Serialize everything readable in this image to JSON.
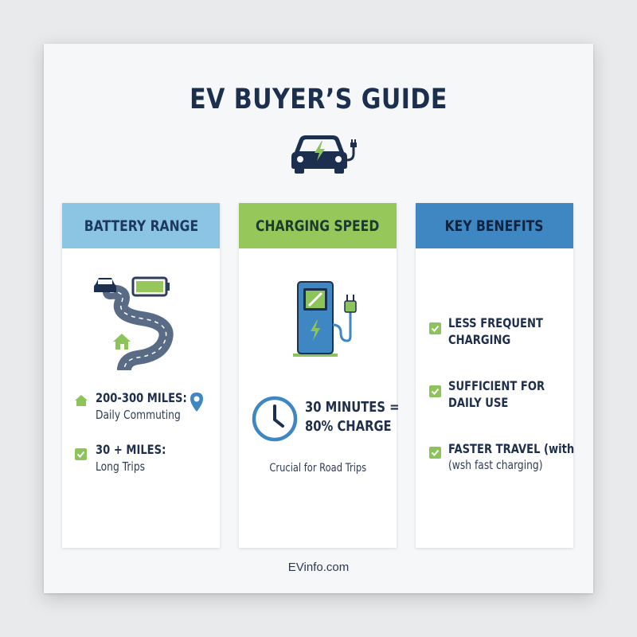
{
  "title": "EV BUYER’S GUIDE",
  "icons": [
    "car-charging-icon",
    "road-icon",
    "battery-icon",
    "home-icon",
    "location-pin-icon",
    "check-icon",
    "charging-station-icon",
    "plug-icon",
    "lightning-icon",
    "clock-icon"
  ],
  "colors": {
    "navy": "#1c2f4e",
    "light_blue": "#8cc4e4",
    "green": "#95c75a",
    "blue": "#3e87c2",
    "check_green": "#8cc35a"
  },
  "cards": [
    {
      "heading": "BATTERY RANGE",
      "items": [
        {
          "title": "200-300 MILES:",
          "subtitle": "Daily Commuting"
        },
        {
          "title": "30 + MILES:",
          "subtitle": "Long Trips"
        }
      ]
    },
    {
      "heading": "CHARGING SPEED",
      "highlight_line1": "30 MINUTES =",
      "highlight_line2": "80% CHARGE",
      "note": "Crucial for Road Trips"
    },
    {
      "heading": "KEY BENEFITS",
      "benefits": [
        {
          "line1": "LESS FREQUENT",
          "line2": "CHARGING"
        },
        {
          "line1": "SUFFICIENT FOR",
          "line2": "DAILY USE"
        },
        {
          "line1": "FASTER TRAVEL (with",
          "line2": "(wsh fast charging)"
        }
      ]
    }
  ],
  "footer": "EVinfo.com"
}
